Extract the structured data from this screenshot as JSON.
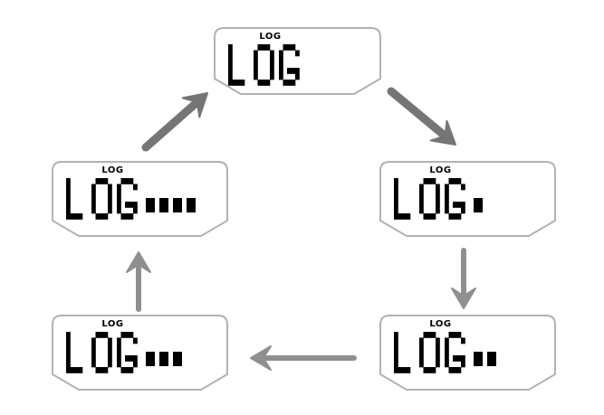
{
  "diagram": {
    "displays": [
      {
        "position": "top",
        "indicator_label": "LOG",
        "main_text": "LOG",
        "bar_count": 0
      },
      {
        "position": "middle-right",
        "indicator_label": "LOG",
        "main_text": "LOG",
        "bar_count": 1
      },
      {
        "position": "bottom-right",
        "indicator_label": "LOG",
        "main_text": "LOG",
        "bar_count": 2
      },
      {
        "position": "bottom-left",
        "indicator_label": "LOG",
        "main_text": "LOG",
        "bar_count": 3
      },
      {
        "position": "middle-left",
        "indicator_label": "LOG",
        "main_text": "LOG",
        "bar_count": 4
      }
    ],
    "arrows": [
      {
        "name": "arrow-top-to-middle-right",
        "direction": "down-right",
        "style": "diagonal"
      },
      {
        "name": "arrow-middle-right-to-bottom-right",
        "direction": "down",
        "style": "straight"
      },
      {
        "name": "arrow-bottom-right-to-bottom-left",
        "direction": "left",
        "style": "straight"
      },
      {
        "name": "arrow-bottom-left-to-middle-left",
        "direction": "up",
        "style": "straight"
      },
      {
        "name": "arrow-middle-left-to-top",
        "direction": "up-right",
        "style": "diagonal"
      }
    ],
    "colors": {
      "background": "#ffffff",
      "display_border": "#b2b2b2",
      "display_fill": "#ffffff",
      "text": "#000000",
      "arrow_diagonal": "#757575",
      "arrow_straight": "#8f8f8f"
    }
  }
}
